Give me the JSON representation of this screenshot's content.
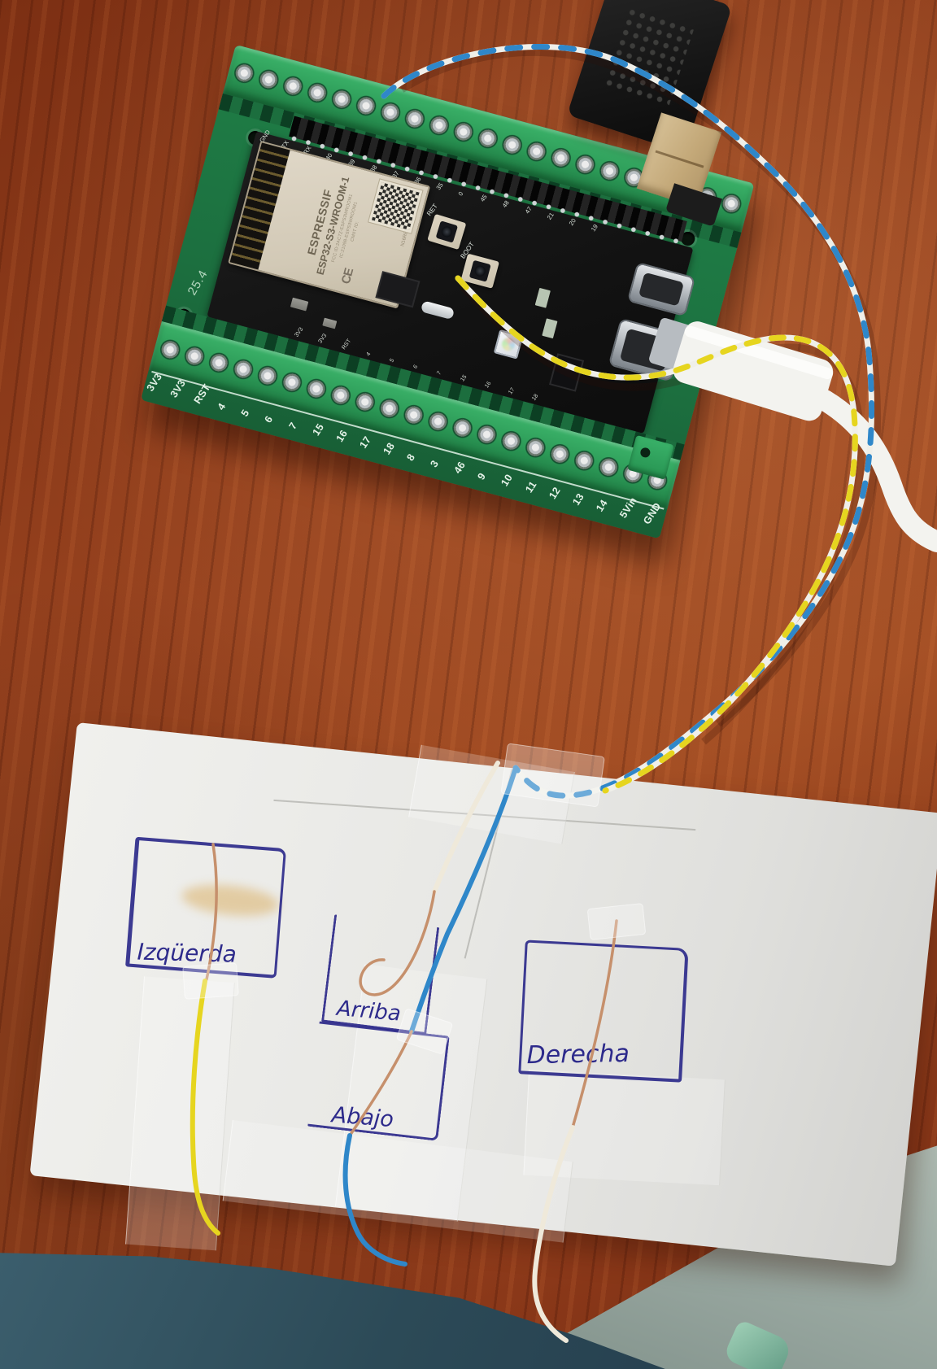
{
  "board": {
    "silkscreen_ruler": "25.4",
    "module": {
      "brand": "ESPRESSIF",
      "model": "ESP32-S3-WROOM-1",
      "fcc_line1": "FCC ID:2AC7Z-ESPS3WROOM1",
      "fcc_line2": "IC:21098-ESPS3WROOM1",
      "cmiit": "CMIIT ID:",
      "variant": "N16R8",
      "ce_mark": "CE"
    },
    "buttons": {
      "reset_label": "RET",
      "boot_label": "BOOT"
    },
    "devboard_top_labels": [
      "GND",
      "TX",
      "RX",
      "40",
      "39",
      "38",
      "37",
      "36",
      "35",
      "0",
      "45",
      "48",
      "47",
      "21",
      "20",
      "19"
    ],
    "devboard_bottom_labels": [
      "3V3",
      "3V3",
      "RST",
      "4",
      "5",
      "6",
      "7",
      "15",
      "16",
      "17",
      "18"
    ],
    "terminal_labels": [
      "3V3",
      "3V3",
      "RST",
      "4",
      "5",
      "6",
      "7",
      "15",
      "16",
      "17",
      "18",
      "8",
      "3",
      "46",
      "9",
      "10",
      "11",
      "12",
      "13",
      "14",
      "5Vin",
      "GND"
    ]
  },
  "card": {
    "boxes": [
      {
        "label": "Izqüerda"
      },
      {
        "label": "Arriba"
      },
      {
        "label": "Abajo"
      },
      {
        "label": "Derecha"
      }
    ]
  },
  "colors": {
    "wood": "#93421f",
    "pcb_green": "#1f7b45",
    "terminal_green": "#2fa35c",
    "devboard_black": "#161616",
    "module_beige": "#d8cfbd",
    "wire_blue": "#2f87c9",
    "wire_yellow": "#e6d51f",
    "wire_white": "#efefe9",
    "copper": "#c6906c",
    "ink_blue": "#2d2a8b",
    "card_white": "#e9e9e6",
    "fabric_teal": "#31505c",
    "floor_gray": "#9fada4"
  }
}
